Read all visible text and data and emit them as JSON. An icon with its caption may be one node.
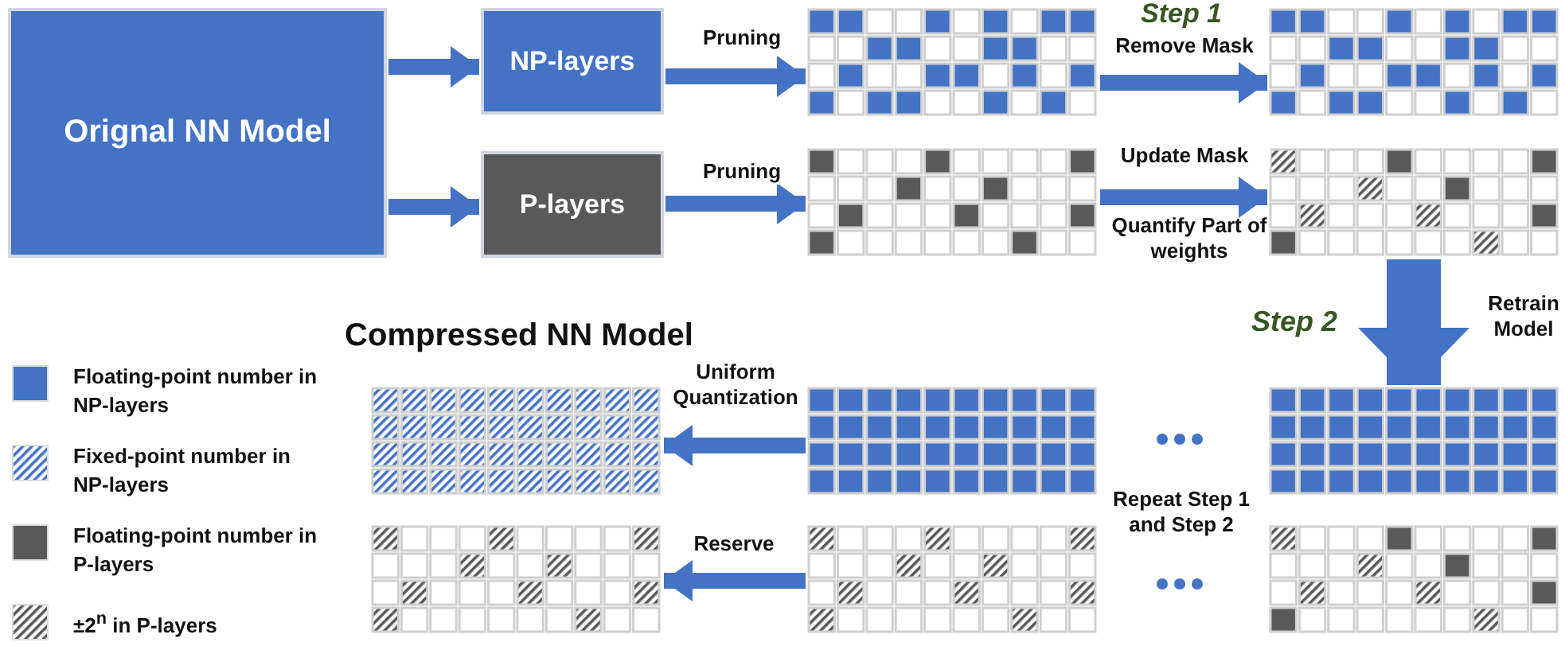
{
  "diagram": {
    "title": "Compressed NN Model",
    "nodes": [
      {
        "text": [
          "Orignal NN Model"
        ]
      },
      {
        "text": [
          "NP-layers"
        ]
      },
      {
        "text": [
          "P-layers"
        ]
      },
      {
        "text": [],
        "shape": "grid"
      },
      {
        "text": [],
        "shape": "grid"
      },
      {
        "text": [],
        "shape": "grid"
      },
      {
        "text": [],
        "shape": "grid"
      },
      {
        "text": [],
        "shape": "grid"
      },
      {
        "text": [],
        "shape": "grid"
      },
      {
        "text": [],
        "shape": "grid"
      },
      {
        "text": [],
        "shape": "grid"
      },
      {
        "text": [],
        "shape": "grid"
      },
      {
        "text": [],
        "shape": "grid"
      }
    ],
    "edges": [
      {
        "from": 0,
        "to": 1,
        "arrow": "to"
      },
      {
        "from": 0,
        "to": 2,
        "arrow": "to"
      },
      {
        "from": 1,
        "to": 3,
        "arrow": "to",
        "label": "Pruning"
      },
      {
        "from": 2,
        "to": 4,
        "arrow": "to",
        "label": "Pruning"
      },
      {
        "from": 3,
        "to": 5,
        "arrow": "to",
        "label": "Remove Mask"
      },
      {
        "from": 4,
        "to": 6,
        "arrow": "to",
        "label": "Update Mask"
      },
      {
        "from": 6,
        "to": 7,
        "arrow": "to",
        "label": "Retrain Model",
        "style": "thick"
      },
      {
        "from": 9,
        "to": 11,
        "arrow": "to",
        "label": "Uniform Quantization"
      },
      {
        "from": 10,
        "to": 12,
        "arrow": "to",
        "label": "Reserve"
      }
    ],
    "labels": [
      "Step 1",
      "Quantify Part of weights",
      "Step 2",
      "Repeat Step 1 and Step 2"
    ],
    "legend": [
      {
        "text": "Floating-point number in NP-layers",
        "color": "#4472c4"
      },
      {
        "text": "Fixed-point number in NP-layers"
      },
      {
        "text": "Floating-point number in P-layers",
        "color": "#595959"
      },
      {
        "text": "±2$^{n}$ in P-layers"
      }
    ]
  }
}
